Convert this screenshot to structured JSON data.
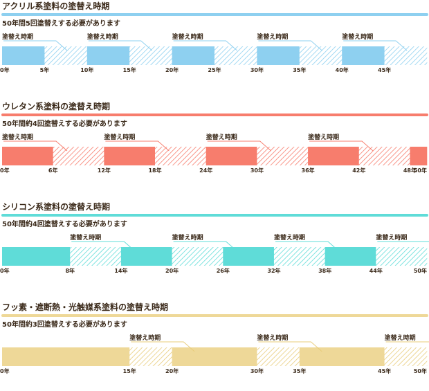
{
  "sections": [
    {
      "title": "アクリル系塗料の塗替え時期",
      "subtitle": "50年間5回塗替えする必要があります",
      "color": "#8ed0f0",
      "stripe_color": "#8ed0f0",
      "callout_label": "塗替え時期",
      "ticks": [
        "0年",
        "5年",
        "10年",
        "15年",
        "20年",
        "25年",
        "30年",
        "35年",
        "40年",
        "45年"
      ],
      "segments": [
        {
          "start": 0,
          "end": 5,
          "kind": "solid"
        },
        {
          "start": 5,
          "end": 10,
          "kind": "hatched"
        },
        {
          "start": 10,
          "end": 15,
          "kind": "solid"
        },
        {
          "start": 15,
          "end": 20,
          "kind": "hatched"
        },
        {
          "start": 20,
          "end": 25,
          "kind": "solid"
        },
        {
          "start": 25,
          "end": 30,
          "kind": "hatched"
        },
        {
          "start": 30,
          "end": 35,
          "kind": "solid"
        },
        {
          "start": 35,
          "end": 40,
          "kind": "hatched"
        },
        {
          "start": 40,
          "end": 45,
          "kind": "solid"
        },
        {
          "start": 45,
          "end": 50,
          "kind": "hatched"
        }
      ],
      "callouts": [
        0,
        10,
        20,
        30,
        40
      ]
    },
    {
      "title": "ウレタン系塗料の塗替え時期",
      "subtitle": "50年間約4回塗替えする必要があります",
      "color": "#f77d6d",
      "stripe_color": "#f77d6d",
      "callout_label": "塗替え時期",
      "ticks": [
        "0年",
        "6年",
        "12年",
        "18年",
        "24年",
        "30年",
        "36年",
        "42年",
        "48年",
        "50年"
      ],
      "segments": [
        {
          "start": 0,
          "end": 6,
          "kind": "solid"
        },
        {
          "start": 6,
          "end": 12,
          "kind": "hatched"
        },
        {
          "start": 12,
          "end": 18,
          "kind": "solid"
        },
        {
          "start": 18,
          "end": 24,
          "kind": "hatched"
        },
        {
          "start": 24,
          "end": 30,
          "kind": "solid"
        },
        {
          "start": 30,
          "end": 36,
          "kind": "hatched"
        },
        {
          "start": 36,
          "end": 42,
          "kind": "solid"
        },
        {
          "start": 42,
          "end": 48,
          "kind": "hatched"
        },
        {
          "start": 48,
          "end": 50,
          "kind": "solid"
        }
      ],
      "callouts": [
        0,
        12,
        24,
        36
      ]
    },
    {
      "title": "シリコン系塗料の塗替え時期",
      "subtitle": "50年間約4回塗替えする必要があります",
      "color": "#5fdcd8",
      "stripe_color": "#5fdcd8",
      "callout_label": "塗替え時期",
      "ticks": [
        "0年",
        "8年",
        "14年",
        "20年",
        "26年",
        "32年",
        "38年",
        "44年",
        "50年"
      ],
      "segments": [
        {
          "start": 0,
          "end": 8,
          "kind": "solid"
        },
        {
          "start": 8,
          "end": 14,
          "kind": "hatched"
        },
        {
          "start": 14,
          "end": 20,
          "kind": "solid"
        },
        {
          "start": 20,
          "end": 26,
          "kind": "hatched"
        },
        {
          "start": 26,
          "end": 32,
          "kind": "solid"
        },
        {
          "start": 32,
          "end": 38,
          "kind": "hatched"
        },
        {
          "start": 38,
          "end": 44,
          "kind": "solid"
        },
        {
          "start": 44,
          "end": 50,
          "kind": "hatched"
        }
      ],
      "callouts": [
        8,
        20,
        32,
        44
      ]
    },
    {
      "title": "フッ素・遮断熱・光触媒系塗料の塗替え時期",
      "subtitle": "50年間約3回塗替えする必要があります",
      "color": "#eed898",
      "stripe_color": "#e8cc7a",
      "callout_label": "塗替え時期",
      "ticks": [
        "0年",
        "15年",
        "20年",
        "30年",
        "35年",
        "45年",
        "50年"
      ],
      "segments": [
        {
          "start": 0,
          "end": 15,
          "kind": "solid"
        },
        {
          "start": 15,
          "end": 20,
          "kind": "hatched"
        },
        {
          "start": 20,
          "end": 30,
          "kind": "solid"
        },
        {
          "start": 30,
          "end": 35,
          "kind": "hatched"
        },
        {
          "start": 35,
          "end": 45,
          "kind": "solid"
        },
        {
          "start": 45,
          "end": 50,
          "kind": "hatched"
        }
      ],
      "callouts": [
        15,
        30,
        45
      ]
    }
  ],
  "colors": {
    "text": "#3b2a1a",
    "hatch_bg": "#ffffff"
  }
}
